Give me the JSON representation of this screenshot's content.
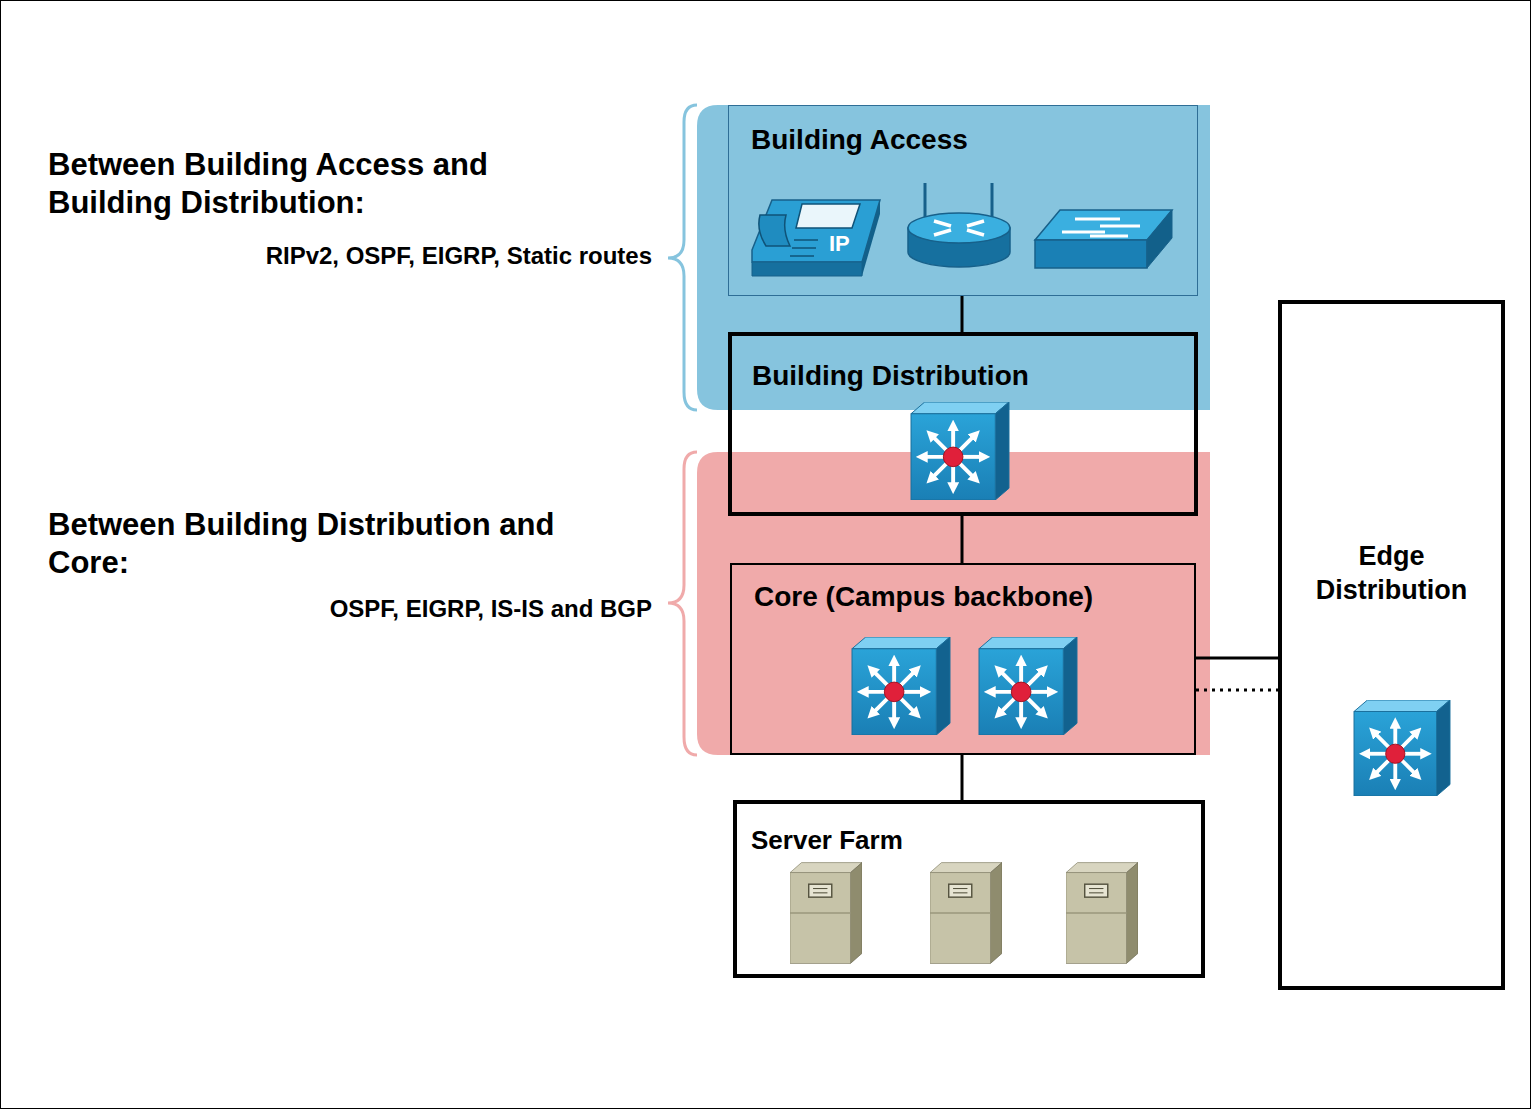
{
  "diagram": {
    "nodes": [
      {
        "text": [
          "Building Access"
        ]
      },
      {
        "text": [
          "Building Distribution"
        ]
      },
      {
        "text": [
          "Core (Campus backbone)"
        ]
      },
      {
        "text": [
          "Server Farm"
        ]
      },
      {
        "text": [
          "Edge Distribution"
        ]
      }
    ],
    "edges": [
      {
        "from": 0,
        "to": 1,
        "arrow": "none"
      },
      {
        "from": 1,
        "to": 2,
        "arrow": "none"
      },
      {
        "from": 2,
        "to": 3,
        "arrow": "none"
      },
      {
        "from": 2,
        "to": 4,
        "arrow": "none"
      },
      {
        "from": 2,
        "to": 4,
        "arrow": "none"
      }
    ],
    "labels": [
      "Between Building Access and Building Distribution:",
      "RIPv2, OSPF, EIGRP, Static routes",
      "Between Building Distribution and Core:",
      "OSPF, EIGRP, IS-IS and BGP",
      "IP"
    ]
  }
}
